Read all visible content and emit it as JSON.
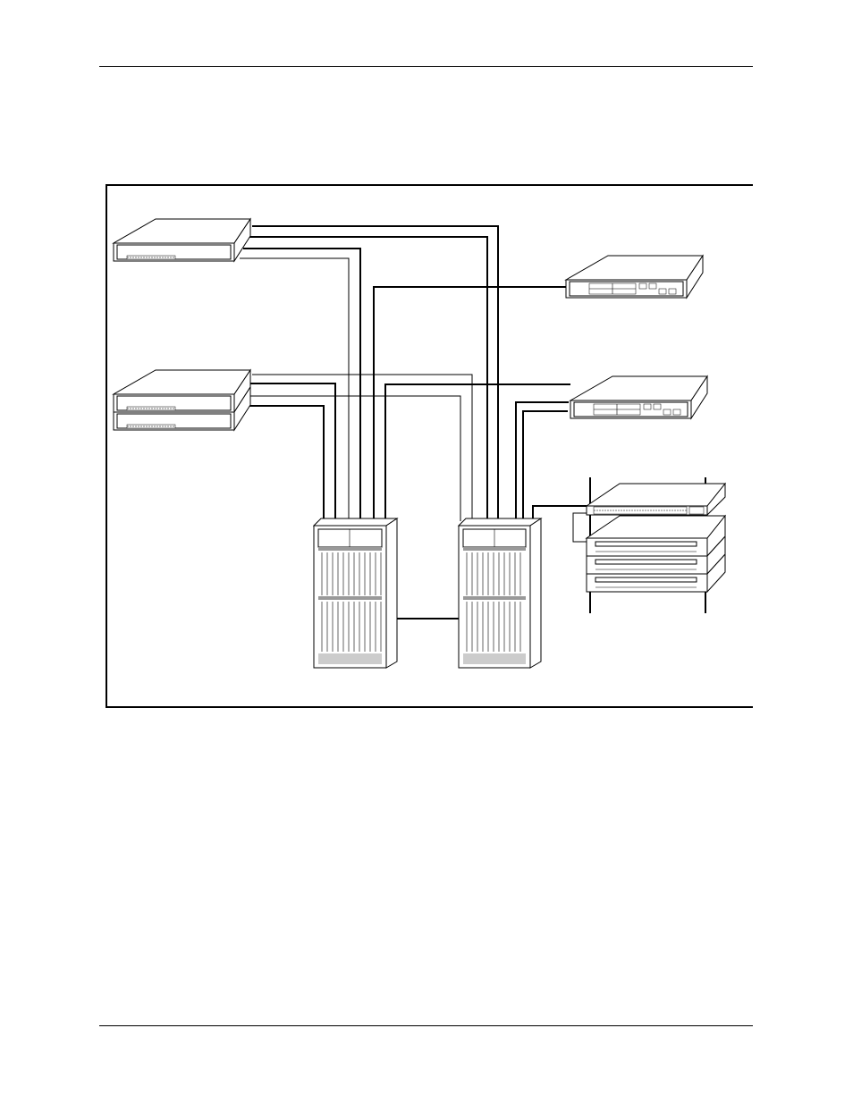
{
  "page": {
    "header_rule": true,
    "footer_rule": true
  },
  "diagram": {
    "devices": [
      {
        "id": "edge-switch-top-left",
        "kind": "1U switch"
      },
      {
        "id": "edge-switch-stack-left",
        "kind": "stacked 1U switches"
      },
      {
        "id": "edge-switch-top-right",
        "kind": "1U switch"
      },
      {
        "id": "edge-switch-mid-right",
        "kind": "1U switch"
      },
      {
        "id": "server-rack",
        "kind": "rack with switch and 3 servers"
      },
      {
        "id": "core-chassis-left",
        "kind": "modular chassis switch"
      },
      {
        "id": "core-chassis-right",
        "kind": "modular chassis switch"
      }
    ],
    "links": [
      {
        "from": "edge-switch-top-left",
        "to": "core-chassis-left"
      },
      {
        "from": "edge-switch-top-left",
        "to": "core-chassis-right"
      },
      {
        "from": "edge-switch-stack-left",
        "to": "core-chassis-left"
      },
      {
        "from": "edge-switch-stack-left",
        "to": "core-chassis-right"
      },
      {
        "from": "edge-switch-top-right",
        "to": "core-chassis-left"
      },
      {
        "from": "edge-switch-mid-right",
        "to": "core-chassis-left"
      },
      {
        "from": "edge-switch-mid-right",
        "to": "core-chassis-right"
      },
      {
        "from": "server-rack",
        "to": "core-chassis-right"
      },
      {
        "from": "core-chassis-left",
        "to": "core-chassis-right"
      }
    ]
  }
}
